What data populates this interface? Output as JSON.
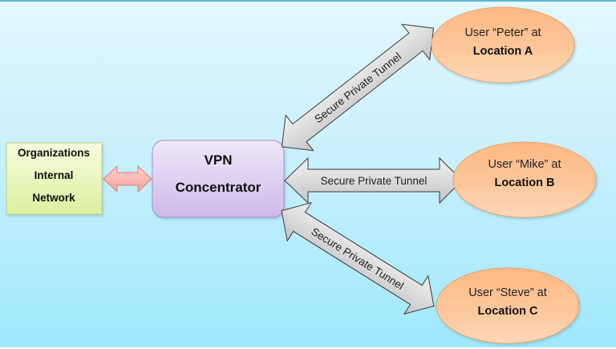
{
  "diagram": {
    "internal_network": {
      "lines": [
        "Organizations",
        "Internal",
        "Network"
      ],
      "fill": "#ecf7bd",
      "stroke": "#b9d67a"
    },
    "vpn_concentrator": {
      "lines": [
        "VPN",
        "Concentrator"
      ],
      "fill": "#e3d6f2",
      "stroke": "#a98fcb"
    },
    "link_internal_vpn": {
      "fill": "#f7b3ab",
      "stroke": "#e07f76"
    },
    "tunnels": [
      {
        "id": "tunnel-a",
        "label": "Secure Private Tunnel",
        "target": "user-a"
      },
      {
        "id": "tunnel-b",
        "label": "Secure Private Tunnel",
        "target": "user-b"
      },
      {
        "id": "tunnel-c",
        "label": "Secure Private Tunnel",
        "target": "user-c"
      }
    ],
    "tunnel_style": {
      "fill": "#d5d5d5",
      "stroke": "#3a3a3a"
    },
    "users": [
      {
        "id": "user-a",
        "line1": "User “Peter” at",
        "line2": "Location A"
      },
      {
        "id": "user-b",
        "line1": "User “Mike” at",
        "line2": "Location B"
      },
      {
        "id": "user-c",
        "line1": "User “Steve” at",
        "line2": "Location C"
      }
    ],
    "user_style": {
      "fill": "#fcc28f",
      "stroke": "#e9a368"
    }
  }
}
